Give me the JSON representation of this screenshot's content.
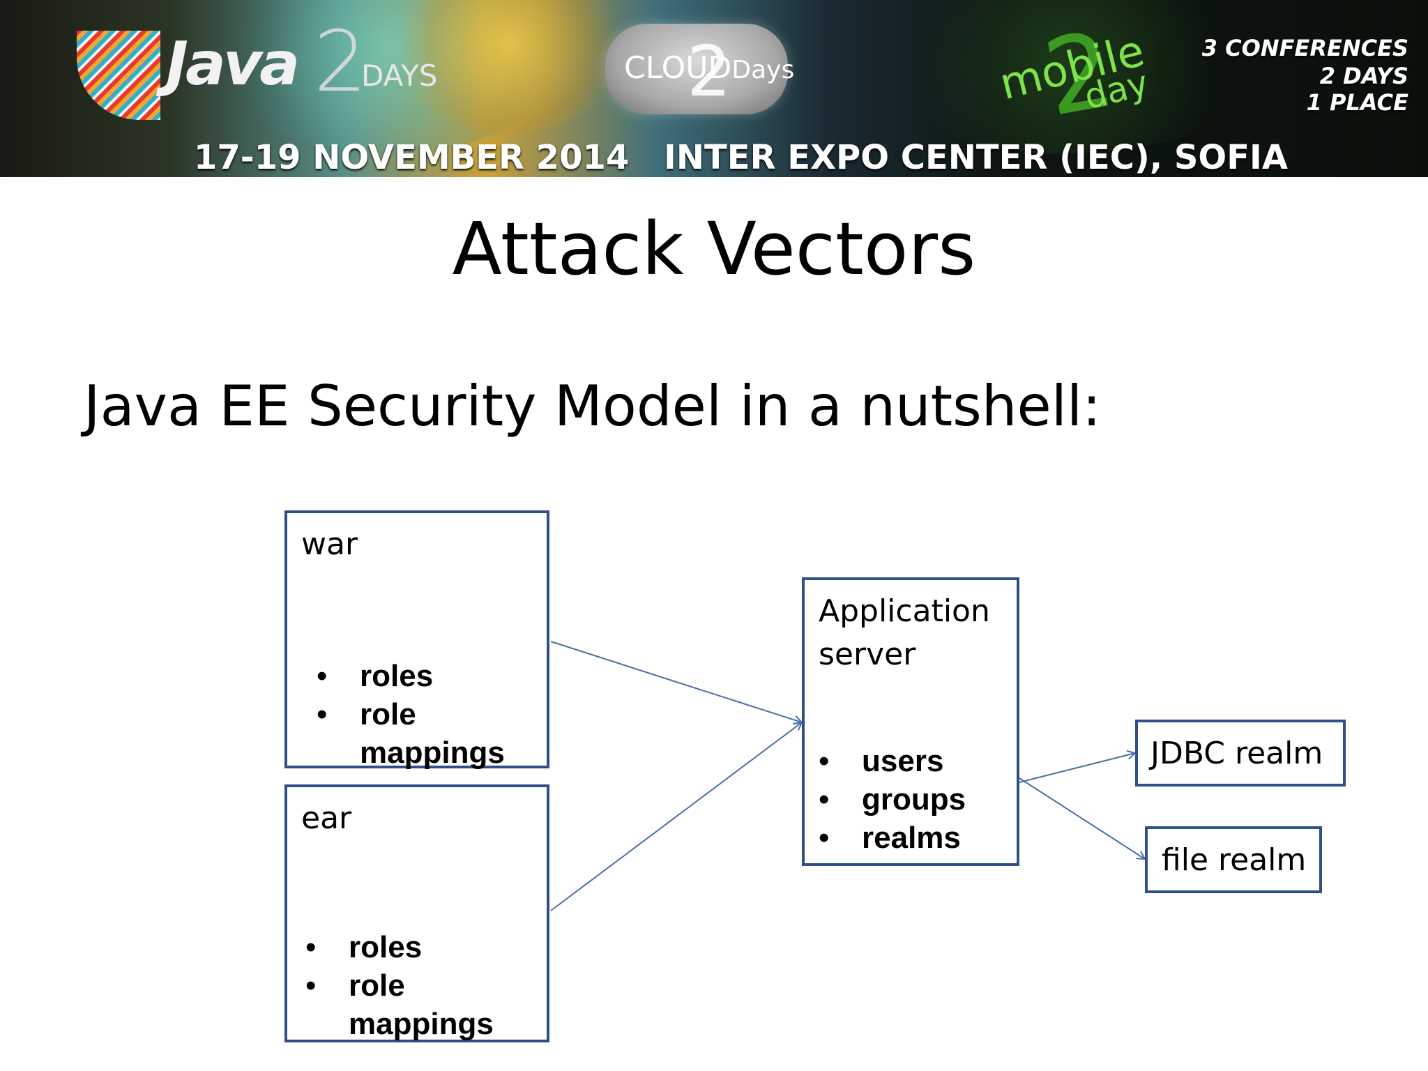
{
  "banner": {
    "logo_java": "Java",
    "logo_two": "2",
    "logo_days": "DAYS",
    "logo_cloud": "CLOUD",
    "logo_cloud_days": "Days",
    "logo_mobile": "mobile",
    "logo_day": "day",
    "conferences": "3 CONFERENCES",
    "days": "2 DAYS",
    "place": "1 PLACE",
    "date": "17-19 NOVEMBER 2014",
    "venue": "INTER EXPO CENTER (IEC), SOFIA"
  },
  "slide": {
    "title": "Attack Vectors",
    "subtitle": "Java EE Security Model in a nutshell:"
  },
  "diagram": {
    "war": {
      "title": "war",
      "items": [
        "roles",
        "role mappings"
      ]
    },
    "ear": {
      "title": "ear",
      "items": [
        "roles",
        "role mappings"
      ]
    },
    "app_server": {
      "title": "Application server",
      "items": [
        "users",
        "groups",
        "realms"
      ]
    },
    "jdbc_realm": {
      "title": "JDBC realm"
    },
    "file_realm": {
      "title": "file realm"
    },
    "colors": {
      "box_border": "#2f4f87",
      "arrow": "#4a6fa5"
    }
  }
}
